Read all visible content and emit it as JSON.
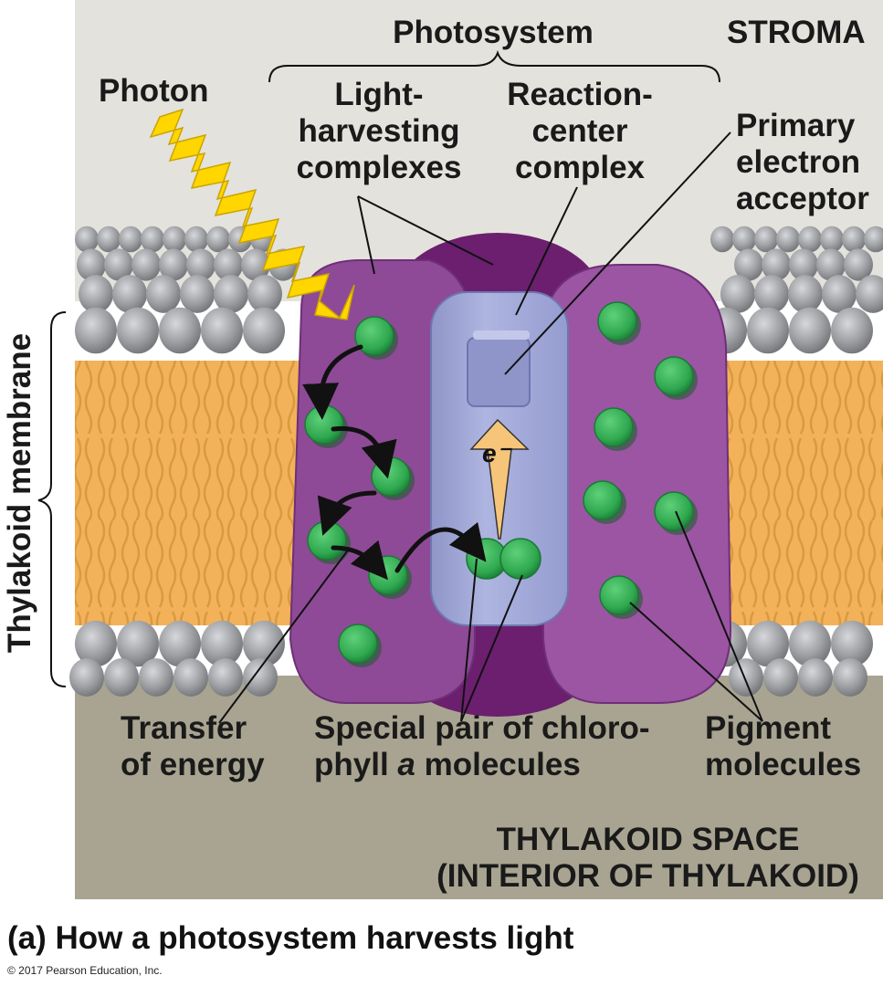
{
  "labels": {
    "photosystem": "Photosystem",
    "stroma": "STROMA",
    "photon": "Photon",
    "light_harvesting": [
      "Light-",
      "harvesting",
      "complexes"
    ],
    "reaction_center": [
      "Reaction-",
      "center",
      "complex"
    ],
    "primary_acceptor": [
      "Primary",
      "electron",
      "acceptor"
    ],
    "electron": "e⁻",
    "thylakoid_membrane": "Thylakoid membrane",
    "transfer_energy": [
      "Transfer",
      "of energy"
    ],
    "special_pair": [
      "Special pair of chloro-",
      "phyll a molecules"
    ],
    "pigment_molecules": [
      "Pigment",
      "molecules"
    ],
    "thylakoid_space": [
      "THYLAKOID SPACE",
      "(INTERIOR OF THYLAKOID)"
    ]
  },
  "caption": "(a) How a photosystem harvests light",
  "copyright": "© 2017 Pearson Education, Inc.",
  "colors": {
    "stroma": "#e4e2dc",
    "lumen": "#a8a491",
    "membrane_tails": "#f3b25a",
    "lipid_heads": "#9b9da1",
    "complex_purple": "#8e4a96",
    "complex_dark": "#6b1f6e",
    "reaction_center": "#a9b0dc",
    "chlorophyll": "#2fa84f",
    "photon": "#ffd600",
    "electron_arrow": "#f6c579"
  }
}
